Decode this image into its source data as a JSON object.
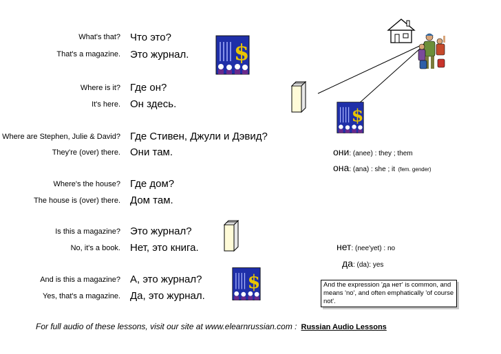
{
  "rows": [
    {
      "en1": "What's that?",
      "ru1": "Что это?",
      "en2": "That's a magazine.",
      "ru2": "Это журнал."
    },
    {
      "en1": "Where is it?",
      "ru1": "Где он?",
      "en2": "It's here.",
      "ru2": "Он здесь."
    },
    {
      "en1": "Where are Stephen, Julie & David?",
      "ru1": "Где Стивен, Джули и Дэвид?",
      "en2": "They're (over) there.",
      "ru2": "Они там."
    },
    {
      "en1": "Where's the house?",
      "ru1": "Где дом?",
      "en2": "The house is (over) there.",
      "ru2": "Дом там."
    },
    {
      "en1": "Is this a magazine?",
      "ru1": "Это журнал?",
      "en2": "No, it's a book.",
      "ru2": "Нет, это книга."
    },
    {
      "en1": "And is this a magazine?",
      "ru1": "А, это журнал?",
      "en2": "Yes, that's a magazine.",
      "ru2": "Да, это журнал."
    }
  ],
  "glossary": [
    {
      "word": "они",
      "desc": ": (anee) : they ; them",
      "small": ""
    },
    {
      "word": "она",
      "desc": ": (ana) : she ; it",
      "small": "(fem. gender)"
    },
    {
      "word": "нет",
      "desc": ": (nee'yet) : no",
      "small": ""
    },
    {
      "word": "да",
      "desc": ": (da): yes",
      "small": ""
    }
  ],
  "note": "And the expression 'да нет' is common, and means 'no', and often emphatically 'of course not'.",
  "footer": {
    "text": "For full audio of these lessons, visit our site at www.elearnrussian.com :",
    "link": "Russian Audio Lessons"
  },
  "icons": [
    "magazine-icon",
    "book-icon",
    "house-icon",
    "people-group-icon"
  ]
}
